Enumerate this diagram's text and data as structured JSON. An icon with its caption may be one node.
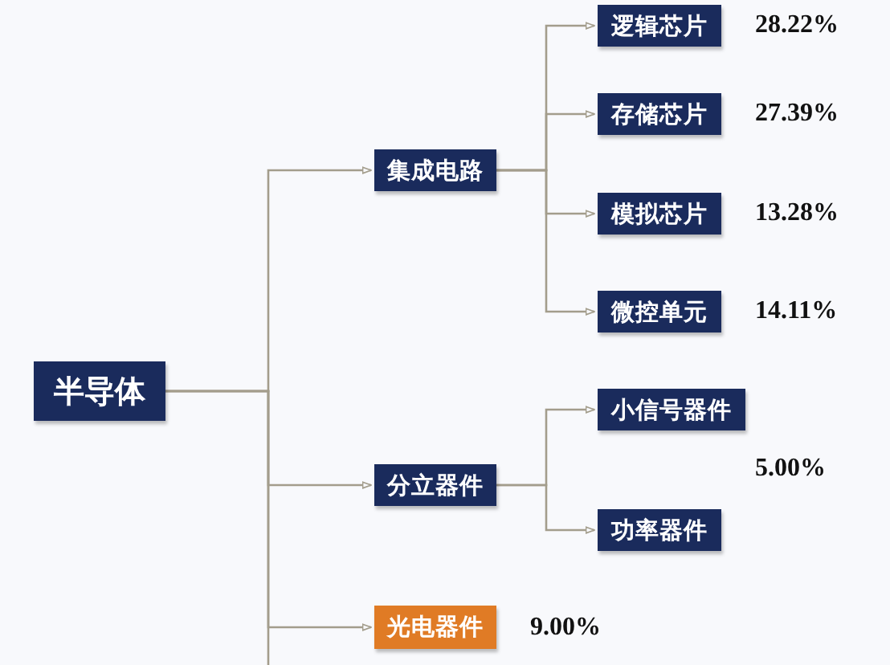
{
  "diagram": {
    "nodes": [
      {
        "text": [
          "半导体"
        ]
      },
      {
        "text": [
          "集成电路"
        ]
      },
      {
        "text": [
          "逻辑芯片"
        ],
        "beside": [
          "28.22%"
        ]
      },
      {
        "text": [
          "存储芯片"
        ],
        "beside": [
          "27.39%"
        ]
      },
      {
        "text": [
          "模拟芯片"
        ],
        "beside": [
          "13.28%"
        ]
      },
      {
        "text": [
          "微控单元"
        ],
        "beside": [
          "14.11%"
        ]
      },
      {
        "text": [
          "分立器件"
        ]
      },
      {
        "text": [
          "小信号器件"
        ]
      },
      {
        "text": [
          "功率器件"
        ]
      },
      {
        "text": [
          "光电器件"
        ],
        "beside": [
          "9.00%"
        ]
      }
    ],
    "edges": [
      {
        "from": 0,
        "to": 1,
        "arrow": "to"
      },
      {
        "from": 0,
        "to": 6,
        "arrow": "to"
      },
      {
        "from": 0,
        "to": 9,
        "arrow": "to"
      },
      {
        "from": 0,
        "to": null,
        "arrow": "none"
      },
      {
        "from": 1,
        "to": 2,
        "arrow": "to"
      },
      {
        "from": 1,
        "to": 3,
        "arrow": "to"
      },
      {
        "from": 1,
        "to": 4,
        "arrow": "to"
      },
      {
        "from": 1,
        "to": 5,
        "arrow": "to"
      },
      {
        "from": 6,
        "to": 7,
        "arrow": "to"
      },
      {
        "from": 6,
        "to": 8,
        "arrow": "to"
      }
    ],
    "labels": [
      "5.00%"
    ]
  }
}
